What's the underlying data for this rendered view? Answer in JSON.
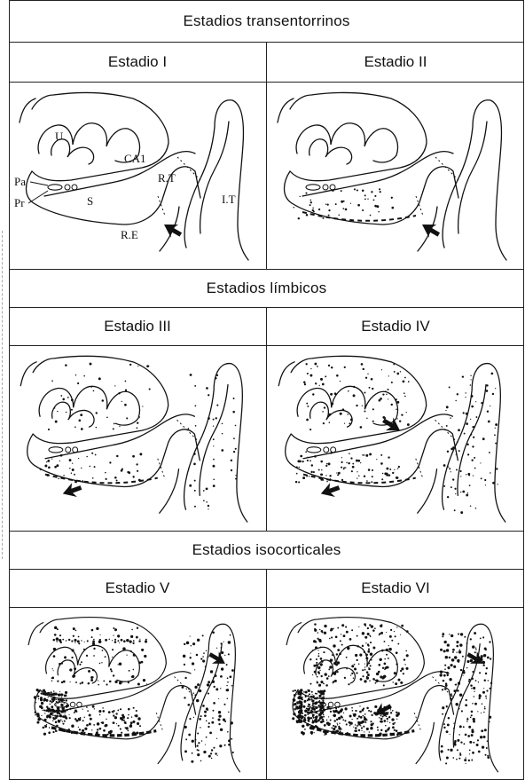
{
  "sections": [
    {
      "title": "Estadios transentorrinos",
      "stages": [
        "Estadio I",
        "Estadio II"
      ]
    },
    {
      "title": "Estadios límbicos",
      "stages": [
        "Estadio III",
        "Estadio IV"
      ]
    },
    {
      "title": "Estadios isocorticales",
      "stages": [
        "Estadio V",
        "Estadio VI"
      ]
    }
  ],
  "labels": {
    "U": "U",
    "CA1": "CA1",
    "Pa": "Pa",
    "Pr": "Pr",
    "S": "S",
    "RT": "R.T",
    "IT": "I.T",
    "RE": "R.E"
  }
}
